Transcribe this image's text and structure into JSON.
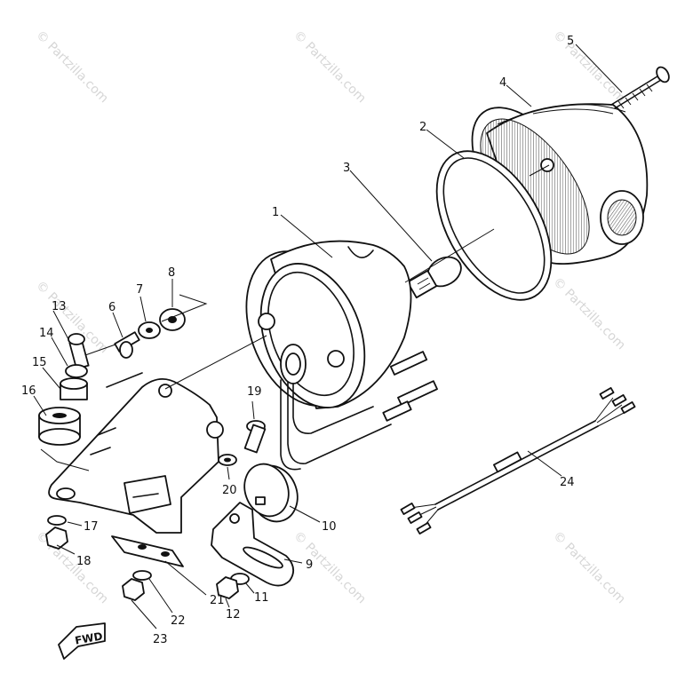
{
  "diagram": {
    "watermark_text": "© Partzilla.com",
    "fwd_text": "FWD",
    "callouts": [
      {
        "id": "c1",
        "text": "1"
      },
      {
        "id": "c2",
        "text": "2"
      },
      {
        "id": "c3",
        "text": "3"
      },
      {
        "id": "c4",
        "text": "4"
      },
      {
        "id": "c5",
        "text": "5"
      },
      {
        "id": "c6",
        "text": "6"
      },
      {
        "id": "c7",
        "text": "7"
      },
      {
        "id": "c8",
        "text": "8"
      },
      {
        "id": "c9",
        "text": "9"
      },
      {
        "id": "c10",
        "text": "10"
      },
      {
        "id": "c11",
        "text": "11"
      },
      {
        "id": "c12",
        "text": "12"
      },
      {
        "id": "c13",
        "text": "13"
      },
      {
        "id": "c14",
        "text": "14"
      },
      {
        "id": "c15",
        "text": "15"
      },
      {
        "id": "c16",
        "text": "16"
      },
      {
        "id": "c17",
        "text": "17"
      },
      {
        "id": "c18",
        "text": "18"
      },
      {
        "id": "c19",
        "text": "19"
      },
      {
        "id": "c20",
        "text": "20"
      },
      {
        "id": "c21",
        "text": "21"
      },
      {
        "id": "c22",
        "text": "22"
      },
      {
        "id": "c23",
        "text": "23"
      },
      {
        "id": "c24",
        "text": "24"
      }
    ]
  }
}
